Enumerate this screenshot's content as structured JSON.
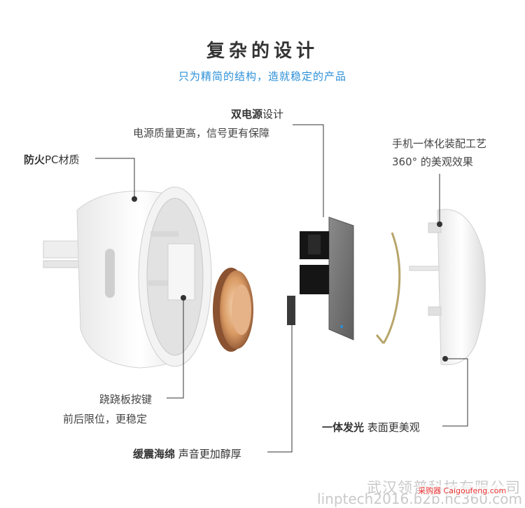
{
  "header": {
    "title": "复杂的设计",
    "subtitle": "只为精简的结构，造就稳定的产品"
  },
  "callouts": {
    "dual_power": {
      "bold": "双电源",
      "rest": "设计",
      "desc": "电源质量更高，信号更有保障"
    },
    "fire_pc": {
      "bold": "防火",
      "rest": "PC材质"
    },
    "phone_integrated": {
      "line1": "手机一体化装配工艺",
      "line2": "360° 的美观效果"
    },
    "seesaw_button": {
      "line1": "跷跷板按键",
      "line2": "前后限位，更稳定"
    },
    "cushion_sponge": {
      "bold": "缓震海绵",
      "rest": " 声音更加醇厚"
    },
    "one_piece_light": {
      "bold": "一体发光",
      "rest": " 表面更美观"
    }
  },
  "watermark": {
    "company": "武汉领普科技有限公司",
    "site": "linptech2016.b2b.hc360.com",
    "badge": "采购器 Caigoufeng.com"
  },
  "colors": {
    "accent": "#2a8fd8",
    "text": "#333333",
    "copper": "#c98a55"
  }
}
